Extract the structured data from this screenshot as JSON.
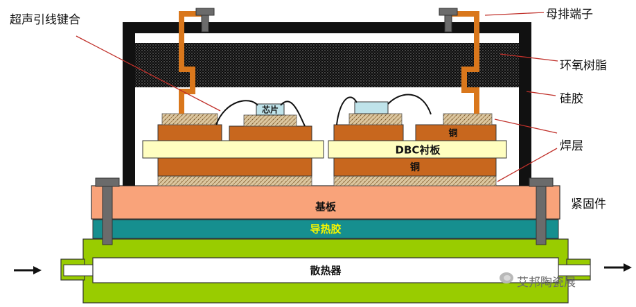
{
  "labels": {
    "ultrasonic_bonding": "超声引线键合",
    "busbar_terminal": "母排端子",
    "epoxy_resin": "环氧树脂",
    "silicone_gel": "硅胶",
    "solder_layer": "焊层",
    "fastener": "紧固件",
    "chip": "芯片",
    "copper_top": "铜",
    "dbc_substrate": "DBC衬板",
    "copper_bottom": "铜",
    "baseplate": "基板",
    "thermal_grease": "导热胶",
    "heatsink": "散热器"
  },
  "watermark": "艾邦陶瓷展",
  "colors": {
    "baseplate": "#f9a37a",
    "thermal_grease": "#168f8f",
    "thermal_grease_text": "#f5f500",
    "heatsink": "#99cc00",
    "copper": "#c8671e",
    "dbc": "#fffec0",
    "terminal": "#d9771c",
    "bolt": "#6b6b6b",
    "frame": "#111111",
    "chip": "#bfe3ea"
  }
}
